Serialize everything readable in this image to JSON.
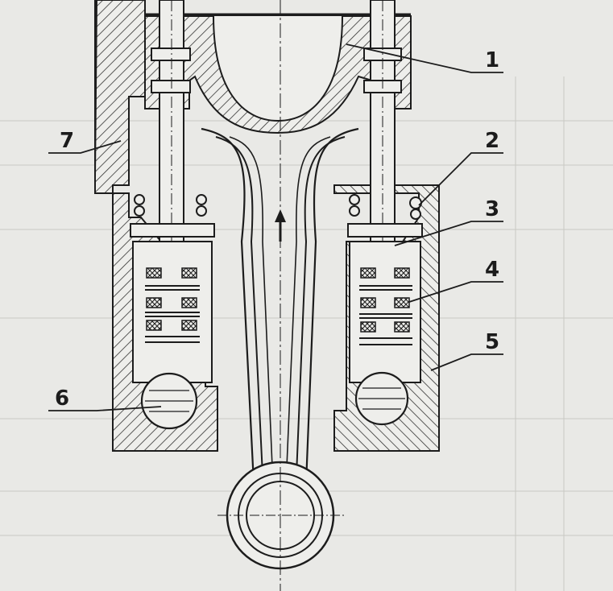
{
  "diagram": {
    "callouts": [
      {
        "id": "c1",
        "label": "1"
      },
      {
        "id": "c2",
        "label": "2"
      },
      {
        "id": "c3",
        "label": "3"
      },
      {
        "id": "c4",
        "label": "4"
      },
      {
        "id": "c5",
        "label": "5"
      },
      {
        "id": "c6",
        "label": "6"
      },
      {
        "id": "c7",
        "label": "7"
      }
    ],
    "colors": {
      "paper": "#e9e9e6",
      "ink": "#1c1c1c",
      "hatch": "#3a3a3a"
    }
  }
}
